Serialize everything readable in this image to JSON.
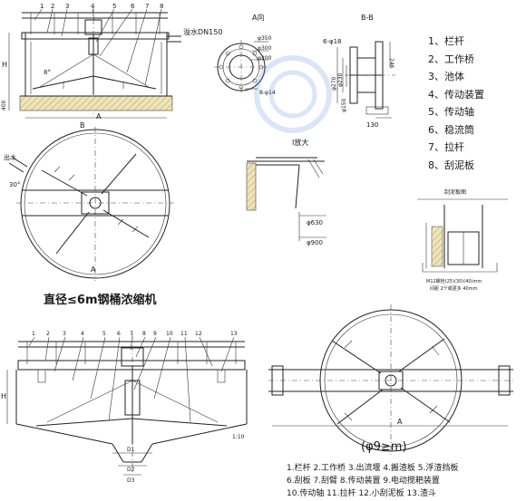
{
  "top_drawing": {
    "part_numbers": [
      "1",
      "2",
      "3",
      "4",
      "5",
      "6",
      "7",
      "8"
    ],
    "outlet_label": "溢水DN150",
    "angle_label": "8°",
    "height_label": "H",
    "base_label": "400",
    "diameter_label": "B",
    "view_marker": "A",
    "plan_outlet_label": "出水",
    "plan_angle_label": "30°",
    "plan_marker": "A"
  },
  "view_a": {
    "title": "A向",
    "dim1": "φ350",
    "dim2": "φ300",
    "dim3": "φ200",
    "holes": "8-φ14"
  },
  "view_bb": {
    "title": "B-B",
    "holes": "6-φ18",
    "dim_a": "φ270",
    "dim_b": "φ230",
    "dim_c": "φ150",
    "dim_h": "246",
    "dim_w": "130"
  },
  "detail_i": {
    "title": "I放大",
    "dim1": "φ630",
    "dim2": "φ900"
  },
  "mud_detail": {
    "title": "刮泥板图",
    "note1": "M12螺栓(25)(30)(40)mm",
    "note2": "间距 2个或更多 40mm"
  },
  "legend_small": [
    "1、栏杆",
    "2、工作桥",
    "3、池体",
    "4、传动装置",
    "5、传动轴",
    "6、稳流筒",
    "7、拉杆",
    "8、刮泥板"
  ],
  "caption_small": "直径≤6m钢桶浓缩机",
  "bottom_drawing": {
    "part_numbers": [
      "1",
      "2",
      "3",
      "4",
      "5",
      "6",
      "7",
      "8",
      "9",
      "10",
      "11",
      "12",
      "13"
    ],
    "height_label": "H",
    "dims": [
      "D1",
      "D2",
      "D3"
    ],
    "marker": "A",
    "flow_label": "1:10"
  },
  "caption_large": "(φ9≥m)",
  "legend_large": [
    "1.栏杆  2.工作桥  3.出流堰  4.搬渣板  5.浮渣挡板",
    "6.刮板  7.刮臂  8.传动装置  9.电动搅耙装置",
    "10.传动轴 11.拉杆  12.小刮泥板 13.渣斗"
  ]
}
